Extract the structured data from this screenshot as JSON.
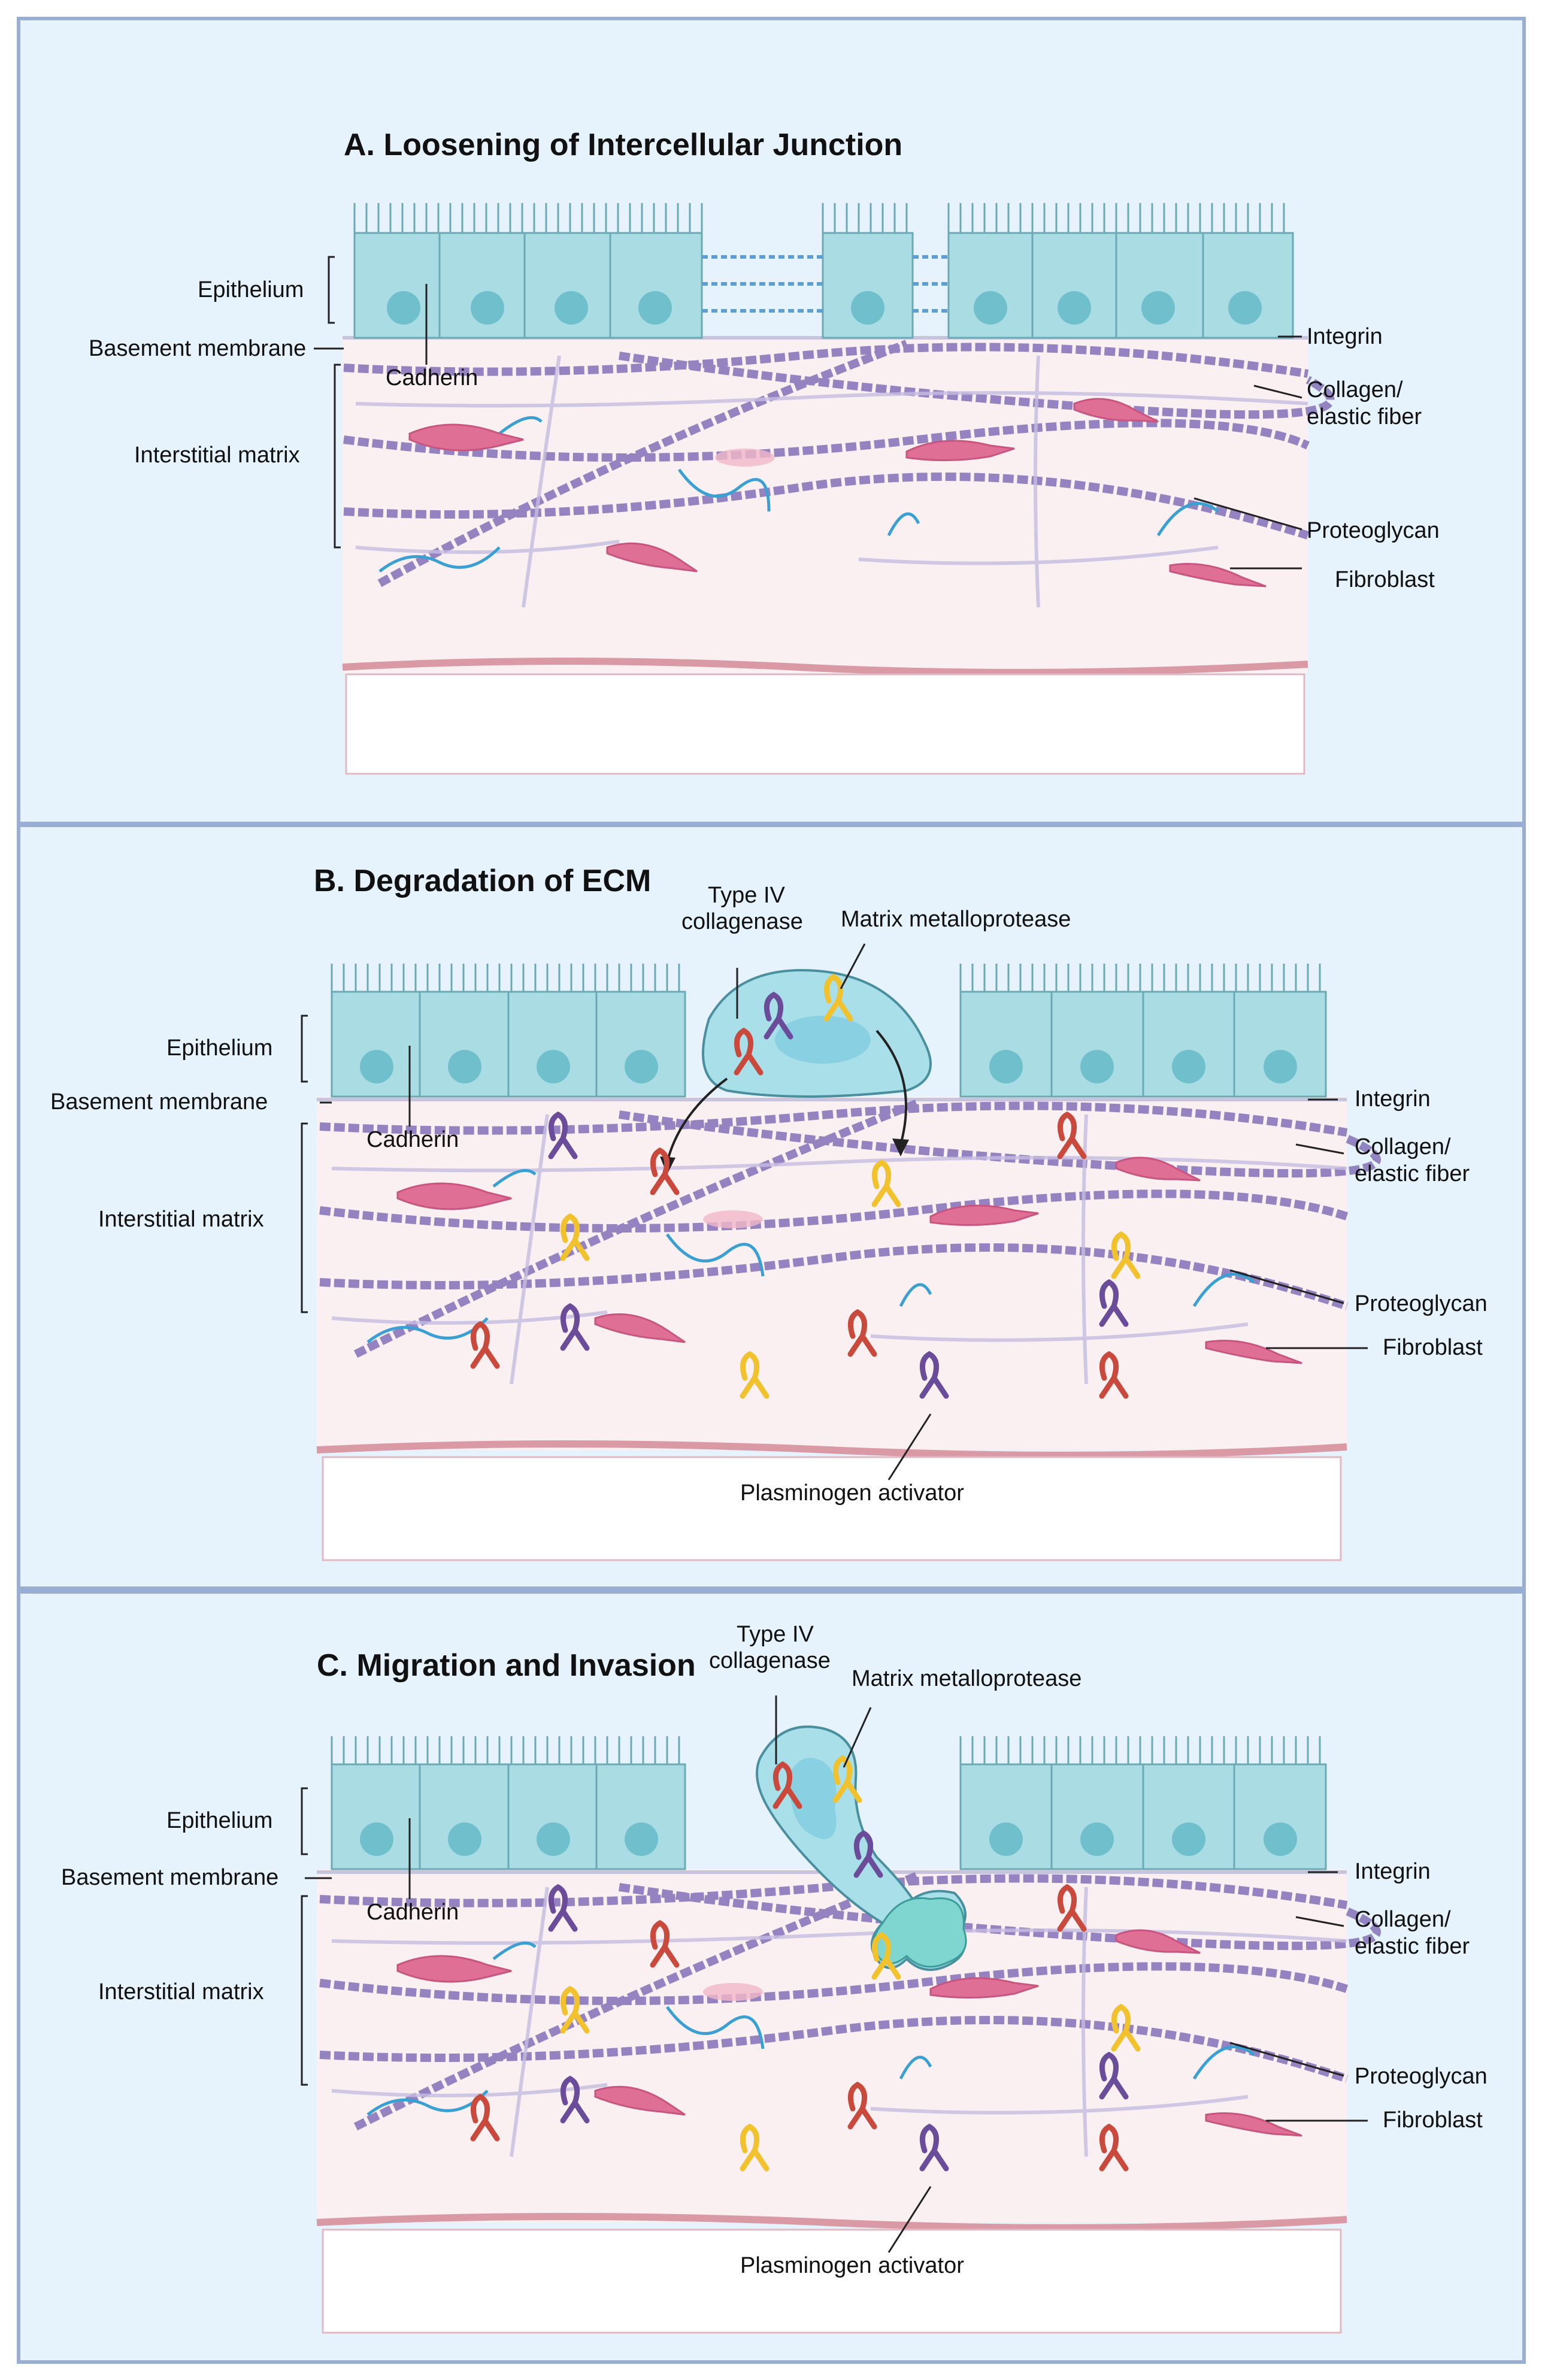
{
  "panels": [
    {
      "title": "A. Loosening of Intercellular Junction",
      "labels": {
        "epithelium": "Epithelium",
        "basement_membrane": "Basement membrane",
        "cadherin": "Cadherin",
        "interstitial_matrix": "Interstitial matrix",
        "integrin": "Integrin",
        "collagen_l1": "Collagen/",
        "collagen_l2": "elastic fiber",
        "proteoglycan": "Proteoglycan",
        "fibroblast": "Fibroblast"
      }
    },
    {
      "title": "B. Degradation of ECM",
      "labels": {
        "type4_l1": "Type IV",
        "type4_l2": "collagenase",
        "mmp": "Matrix metalloprotease",
        "epithelium": "Epithelium",
        "basement_membrane": "Basement membrane",
        "cadherin": "Cadherin",
        "interstitial_matrix": "Interstitial matrix",
        "integrin": "Integrin",
        "collagen_l1": "Collagen/",
        "collagen_l2": "elastic fiber",
        "proteoglycan": "Proteoglycan",
        "fibroblast": "Fibroblast",
        "plasminogen": "Plasminogen activator"
      }
    },
    {
      "title": "C. Migration and Invasion",
      "labels": {
        "type4_l1": "Type IV",
        "type4_l2": "collagenase",
        "mmp": "Matrix metalloprotease",
        "epithelium": "Epithelium",
        "basement_membrane": "Basement membrane",
        "cadherin": "Cadherin",
        "interstitial_matrix": "Interstitial matrix",
        "integrin": "Integrin",
        "collagen_l1": "Collagen/",
        "collagen_l2": "elastic fiber",
        "proteoglycan": "Proteoglycan",
        "fibroblast": "Fibroblast",
        "plasminogen": "Plasminogen activator"
      }
    }
  ],
  "colors": {
    "panel_bg": "#e6f3fc",
    "panel_border": "#9aaed4",
    "epithelium_fill": "#a9dde3",
    "nucleus": "#6fc0cc",
    "matrix_bg": "#faf0f2",
    "collagen": "#8a78bb",
    "proteoglycan": "#3aa0d4",
    "fibroblast": "#e06f95",
    "ribbon_purple": "#6b4c9a",
    "ribbon_red": "#c94a3d",
    "ribbon_yellow": "#f2c12e",
    "tumor_cell": "#a8dfe8"
  }
}
